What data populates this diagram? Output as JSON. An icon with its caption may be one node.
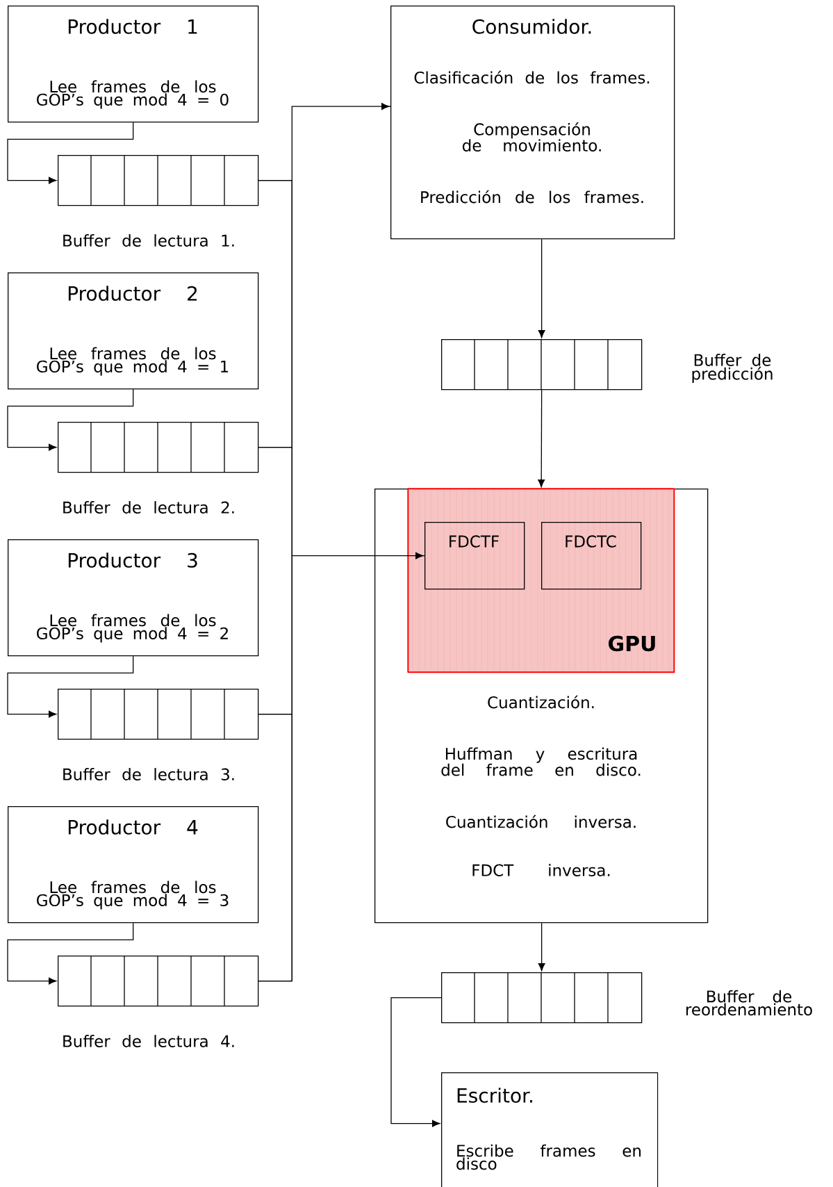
{
  "diagram": {
    "nodes": [
      {
        "text": [
          "Productor 1",
          "Lee frames de los GOP’s que mod 4 = 0"
        ]
      },
      {
        "text": [],
        "shape": "box",
        "beside": [
          "Buffer de lectura 1."
        ]
      },
      {
        "text": [
          "Productor 2",
          "Lee frames de los GOP’s que mod 4 = 1"
        ]
      },
      {
        "text": [],
        "shape": "box",
        "beside": [
          "Buffer de lectura 2."
        ]
      },
      {
        "text": [
          "Productor 3",
          "Lee frames de los GOP’s que mod 4 = 2"
        ]
      },
      {
        "text": [],
        "shape": "box",
        "beside": [
          "Buffer de lectura 3."
        ]
      },
      {
        "text": [
          "Productor 4",
          "Lee frames de los GOP’s que mod 4 = 3"
        ]
      },
      {
        "text": [],
        "shape": "box",
        "beside": [
          "Buffer de lectura 4."
        ]
      },
      {
        "text": [
          "Consumidor.",
          "Clasificación de los frames.",
          "Compensación de movimiento.",
          "Predicción de los frames."
        ]
      },
      {
        "text": [],
        "shape": "box",
        "beside": [
          "Buffer de predicción"
        ]
      },
      {
        "text": [
          "Cuantización.",
          "Huffman y escritura del frame en disco.",
          "Cuantización inversa.",
          "FDCT inversa."
        ]
      },
      {
        "text": [
          "GPU"
        ],
        "in": 10
      },
      {
        "text": [
          "FDCTF"
        ],
        "in": 11
      },
      {
        "text": [
          "FDCTC"
        ],
        "in": 11
      },
      {
        "text": [],
        "shape": "box",
        "beside": [
          "Buffer de reordenamiento"
        ]
      },
      {
        "text": [
          "Escritor.",
          "Escribe frames en disco"
        ]
      }
    ],
    "edges": [
      {
        "from": 0,
        "to": 1,
        "arrow": "to"
      },
      {
        "from": 2,
        "to": 3,
        "arrow": "to"
      },
      {
        "from": 4,
        "to": 5,
        "arrow": "to"
      },
      {
        "from": 6,
        "to": 7,
        "arrow": "to"
      },
      {
        "from": 1,
        "to": 8,
        "arrow": "to"
      },
      {
        "from": 3,
        "to": 8,
        "arrow": "to"
      },
      {
        "from": 5,
        "to": 8,
        "arrow": "to"
      },
      {
        "from": 7,
        "to": 8,
        "arrow": "to"
      },
      {
        "from": 1,
        "to": 12,
        "arrow": "to"
      },
      {
        "from": 3,
        "to": 12,
        "arrow": "to"
      },
      {
        "from": 5,
        "to": 12,
        "arrow": "to"
      },
      {
        "from": 7,
        "to": 12,
        "arrow": "to"
      },
      {
        "from": 8,
        "to": 9,
        "arrow": "to"
      },
      {
        "from": 9,
        "to": 11,
        "arrow": "to"
      },
      {
        "from": 10,
        "to": 14,
        "arrow": "to"
      },
      {
        "from": 14,
        "to": 15,
        "arrow": "to"
      }
    ]
  }
}
